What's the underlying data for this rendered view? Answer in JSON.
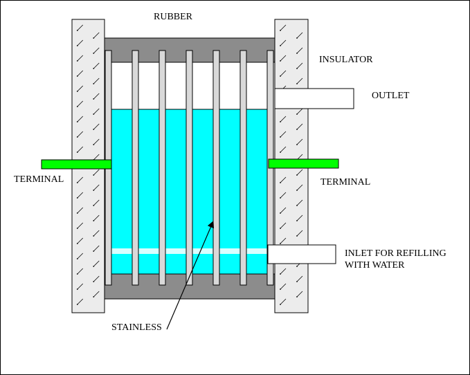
{
  "labels": {
    "rubber": "RUBBER",
    "insulator": "INSULATOR",
    "outlet": "OUTLET",
    "terminal_left": "TERMINAL",
    "terminal_right": "TERMINAL",
    "inlet_line1": "INLET FOR REFILLING",
    "inlet_line2": "WITH WATER",
    "stainless": "STAINLESS"
  },
  "colors": {
    "insulator": "#ececec",
    "rubber": "#8c8c8c",
    "water": "#00ffff",
    "plate": "#d9d9d9",
    "terminal": "#00ff00",
    "outline": "#000000"
  },
  "plates": {
    "count": 7
  }
}
